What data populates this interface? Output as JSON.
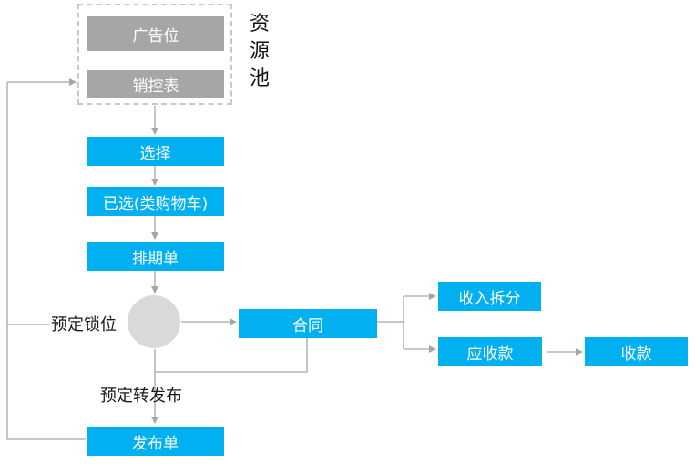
{
  "resource_pool": {
    "label_chars": [
      "资",
      "源",
      "池"
    ],
    "items": [
      "广告位",
      "销控表"
    ]
  },
  "steps": {
    "select": "选择",
    "selected": "已选(类购物车)",
    "schedule": "排期单",
    "publish_sheet": "发布单"
  },
  "decision": {
    "lock_label": "预定锁位",
    "convert_label": "预定转发布"
  },
  "contract": {
    "label": "合同",
    "branches": [
      "收入拆分",
      "应收款"
    ],
    "final": "收款"
  },
  "colors": {
    "blue": "#00b0f0",
    "gray": "#a6a6a6",
    "line": "#a6a6a6"
  }
}
